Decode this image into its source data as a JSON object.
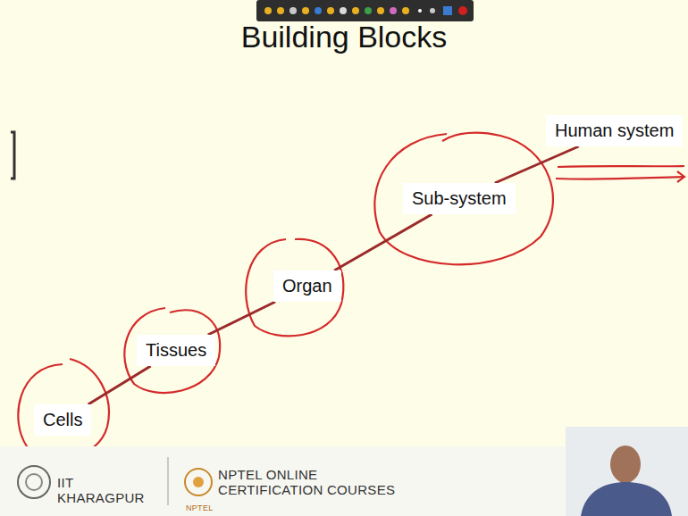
{
  "diagram": {
    "title": "Building Blocks",
    "nodes": [
      {
        "text": [
          "Cells"
        ]
      },
      {
        "text": [
          "Tissues"
        ]
      },
      {
        "text": [
          "Organ"
        ]
      },
      {
        "text": [
          "Sub-system"
        ]
      },
      {
        "text": [
          "Human system"
        ]
      }
    ],
    "edges": [
      {
        "from": 0,
        "to": 1,
        "arrow": "none"
      },
      {
        "from": 1,
        "to": 2,
        "arrow": "none"
      },
      {
        "from": 2,
        "to": 3,
        "arrow": "none"
      },
      {
        "from": 3,
        "to": 4,
        "arrow": "none"
      }
    ],
    "labels": [
      "IIT KHARAGPUR",
      "NPTEL ONLINE CERTIFICATION COURSES",
      "NPTEL"
    ]
  }
}
